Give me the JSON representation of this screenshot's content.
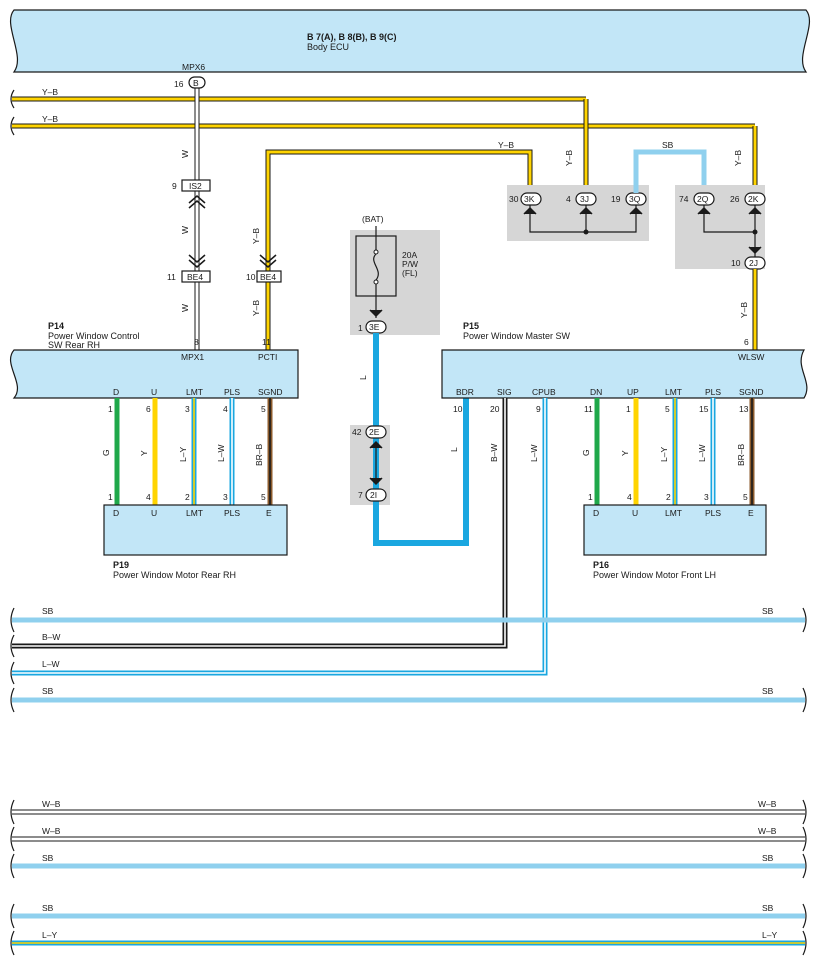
{
  "colors": {
    "ecu_fill": "#c2e6f7",
    "box_fill": "#d6d6d6",
    "frame": "#1a1a1a",
    "Y": "#ffd400",
    "B": "#1a1a1a",
    "W": "#ffffff",
    "G": "#1fa84a",
    "L": "#1aa7e0",
    "SB": "#8fd0ee",
    "BR": "#8b5a2b"
  },
  "body_ecu": {
    "code": "B 7(A), B 8(B), B 9(C)",
    "name": "Body ECU",
    "terminal_label": "MPX6",
    "pin_number": "16",
    "pin_id": "B"
  },
  "p14": {
    "code": "P14",
    "name_line1": "Power Window Control",
    "name_line2": "SW Rear RH",
    "top_pins": [
      {
        "num": "8",
        "label": "MPX1"
      },
      {
        "num": "11",
        "label": "PCTI"
      }
    ],
    "bottom_pins": [
      {
        "num": "1",
        "label": "D"
      },
      {
        "num": "6",
        "label": "U"
      },
      {
        "num": "3",
        "label": "LMT"
      },
      {
        "num": "4",
        "label": "PLS"
      },
      {
        "num": "5",
        "label": "SGND"
      }
    ]
  },
  "p19": {
    "code": "P19",
    "name": "Power Window Motor Rear RH",
    "pins": [
      {
        "num": "1",
        "label": "D"
      },
      {
        "num": "4",
        "label": "U"
      },
      {
        "num": "2",
        "label": "LMT"
      },
      {
        "num": "3",
        "label": "PLS"
      },
      {
        "num": "5",
        "label": "E"
      }
    ]
  },
  "p15": {
    "code": "P15",
    "name": "Power Window Master SW",
    "top_pins": [
      {
        "num": "6",
        "label": "WLSW"
      }
    ],
    "bottom_pins": [
      {
        "num": "10",
        "label": "BDR"
      },
      {
        "num": "20",
        "label": "SIG"
      },
      {
        "num": "9",
        "label": "CPUB"
      },
      {
        "num": "11",
        "label": "DN"
      },
      {
        "num": "1",
        "label": "UP"
      },
      {
        "num": "5",
        "label": "LMT"
      },
      {
        "num": "15",
        "label": "PLS"
      },
      {
        "num": "13",
        "label": "SGND"
      }
    ]
  },
  "p16": {
    "code": "P16",
    "name": "Power Window Motor Front LH",
    "pins": [
      {
        "num": "1",
        "label": "D"
      },
      {
        "num": "4",
        "label": "U"
      },
      {
        "num": "2",
        "label": "LMT"
      },
      {
        "num": "3",
        "label": "PLS"
      },
      {
        "num": "5",
        "label": "E"
      }
    ]
  },
  "fuse": {
    "source": "(BAT)",
    "rating": "20A",
    "name": "P/W",
    "location": "(FL)"
  },
  "connectors": [
    {
      "num": "9",
      "id": "IS2"
    },
    {
      "num": "11",
      "id": "BE4"
    },
    {
      "num": "10",
      "id": "BE4"
    },
    {
      "num": "1",
      "id": "3E"
    },
    {
      "num": "42",
      "id": "2E"
    },
    {
      "num": "7",
      "id": "2I"
    },
    {
      "num": "30",
      "id": "3K"
    },
    {
      "num": "4",
      "id": "3J"
    },
    {
      "num": "19",
      "id": "3Q"
    },
    {
      "num": "74",
      "id": "2Q"
    },
    {
      "num": "26",
      "id": "2K"
    },
    {
      "num": "10",
      "id": "2J"
    }
  ],
  "wire_labels": {
    "yb": "Y–B",
    "w": "W",
    "l": "L",
    "sb": "SB",
    "g": "G",
    "y": "Y",
    "ly": "L–Y",
    "lw": "L–W",
    "brb": "BR–B",
    "bw": "B–W",
    "wb": "W–B"
  },
  "bus_labels": {
    "top1": "Y–B",
    "top2": "Y–B",
    "mid1": "SB",
    "mid2": "B–W",
    "mid3": "L–W",
    "mid4": "SB",
    "bot1": "W–B",
    "bot2": "W–B",
    "bot3": "SB",
    "bot4": "SB",
    "bot5": "L–Y"
  }
}
